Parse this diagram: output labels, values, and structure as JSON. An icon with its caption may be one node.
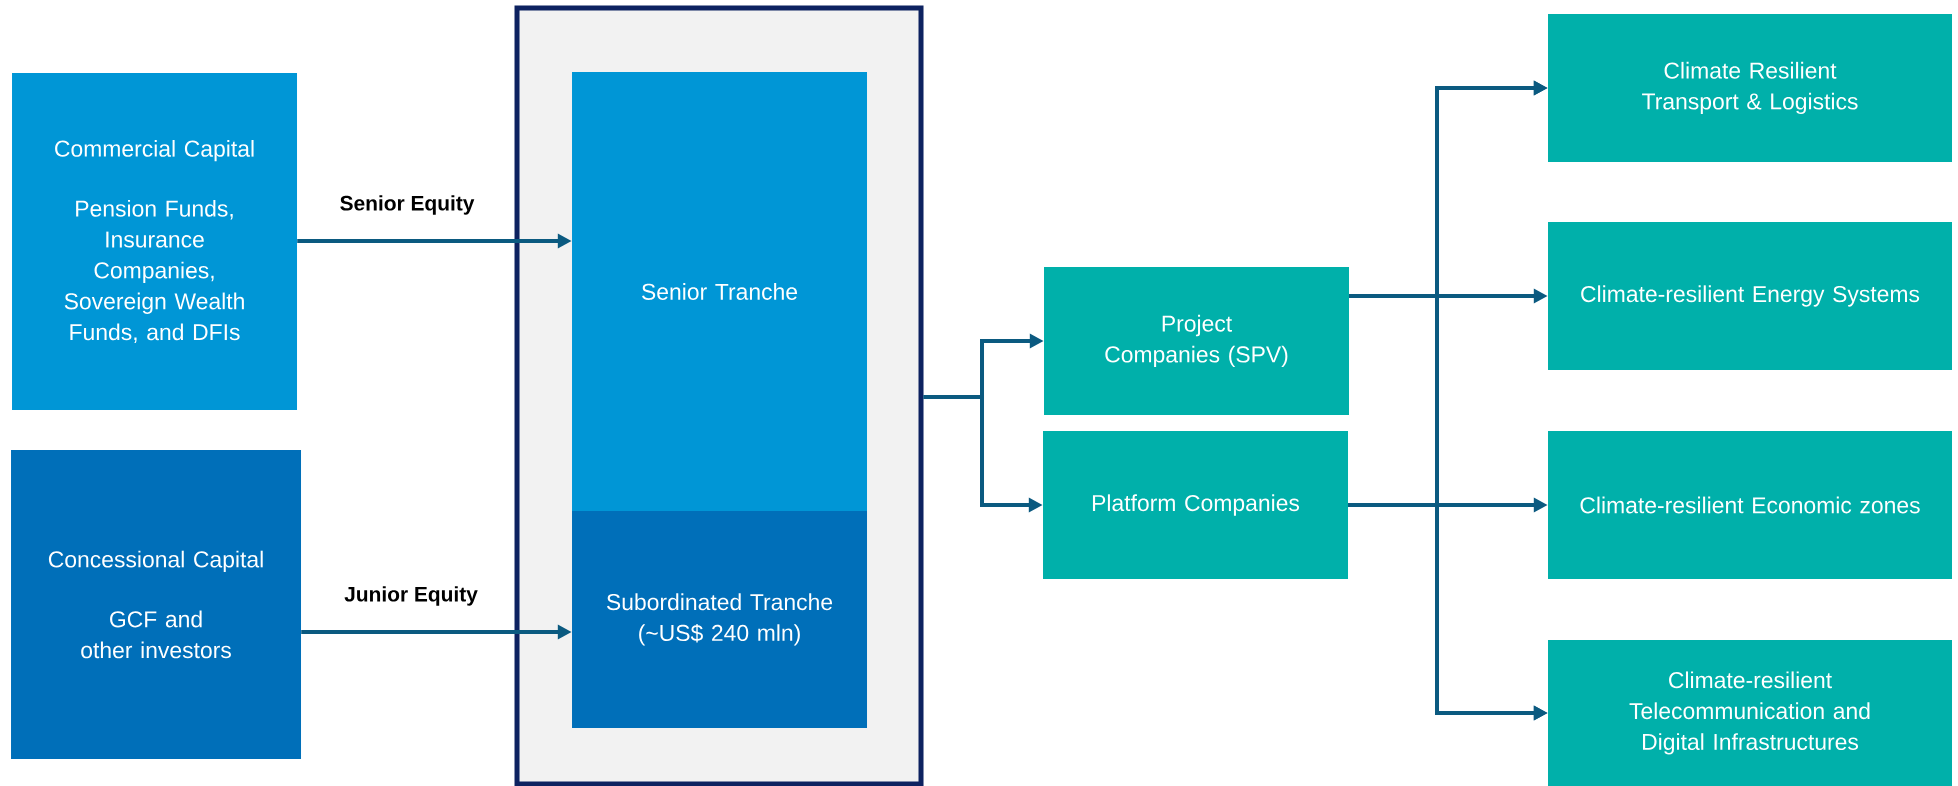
{
  "diagram": {
    "nodes": [
      {
        "text": [
          "Commercial Capital",
          "Pension Funds, Insurance Companies, Sovereign Wealth Funds, and DFIs"
        ]
      },
      {
        "text": [
          "Concessional Capital",
          "GCF and other investors"
        ]
      },
      {
        "text": [],
        "shape": "box"
      },
      {
        "text": [
          "Senior Tranche"
        ],
        "in": 2
      },
      {
        "text": [
          "Subordinated Tranche (~US$ 240 mln)"
        ],
        "in": 2
      },
      {
        "text": [
          "Project Companies (SPV)"
        ]
      },
      {
        "text": [
          "Platform Companies"
        ]
      },
      {
        "text": [
          "Climate Resilient Transport & Logistics"
        ]
      },
      {
        "text": [
          "Climate-resilient Energy Systems"
        ]
      },
      {
        "text": [
          "Climate-resilient Economic zones"
        ]
      },
      {
        "text": [
          "Climate-resilient Telecommunication and Digital Infrastructures"
        ]
      }
    ],
    "edges": [
      {
        "from": 0,
        "to": 3,
        "arrow": "to",
        "label": "Senior Equity"
      },
      {
        "from": 1,
        "to": 4,
        "arrow": "to",
        "label": "Junior Equity"
      },
      {
        "from": 2,
        "to": 5,
        "arrow": "to"
      },
      {
        "from": 2,
        "to": 6,
        "arrow": "to"
      },
      {
        "from": 5,
        "to": 7,
        "arrow": "to"
      },
      {
        "from": 5,
        "to": 8,
        "arrow": "to"
      },
      {
        "from": 5,
        "to": 10,
        "arrow": "to"
      },
      {
        "from": 6,
        "to": 7,
        "arrow": "to"
      },
      {
        "from": 6,
        "to": 9,
        "arrow": "to"
      },
      {
        "from": 6,
        "to": 10,
        "arrow": "to"
      }
    ]
  }
}
